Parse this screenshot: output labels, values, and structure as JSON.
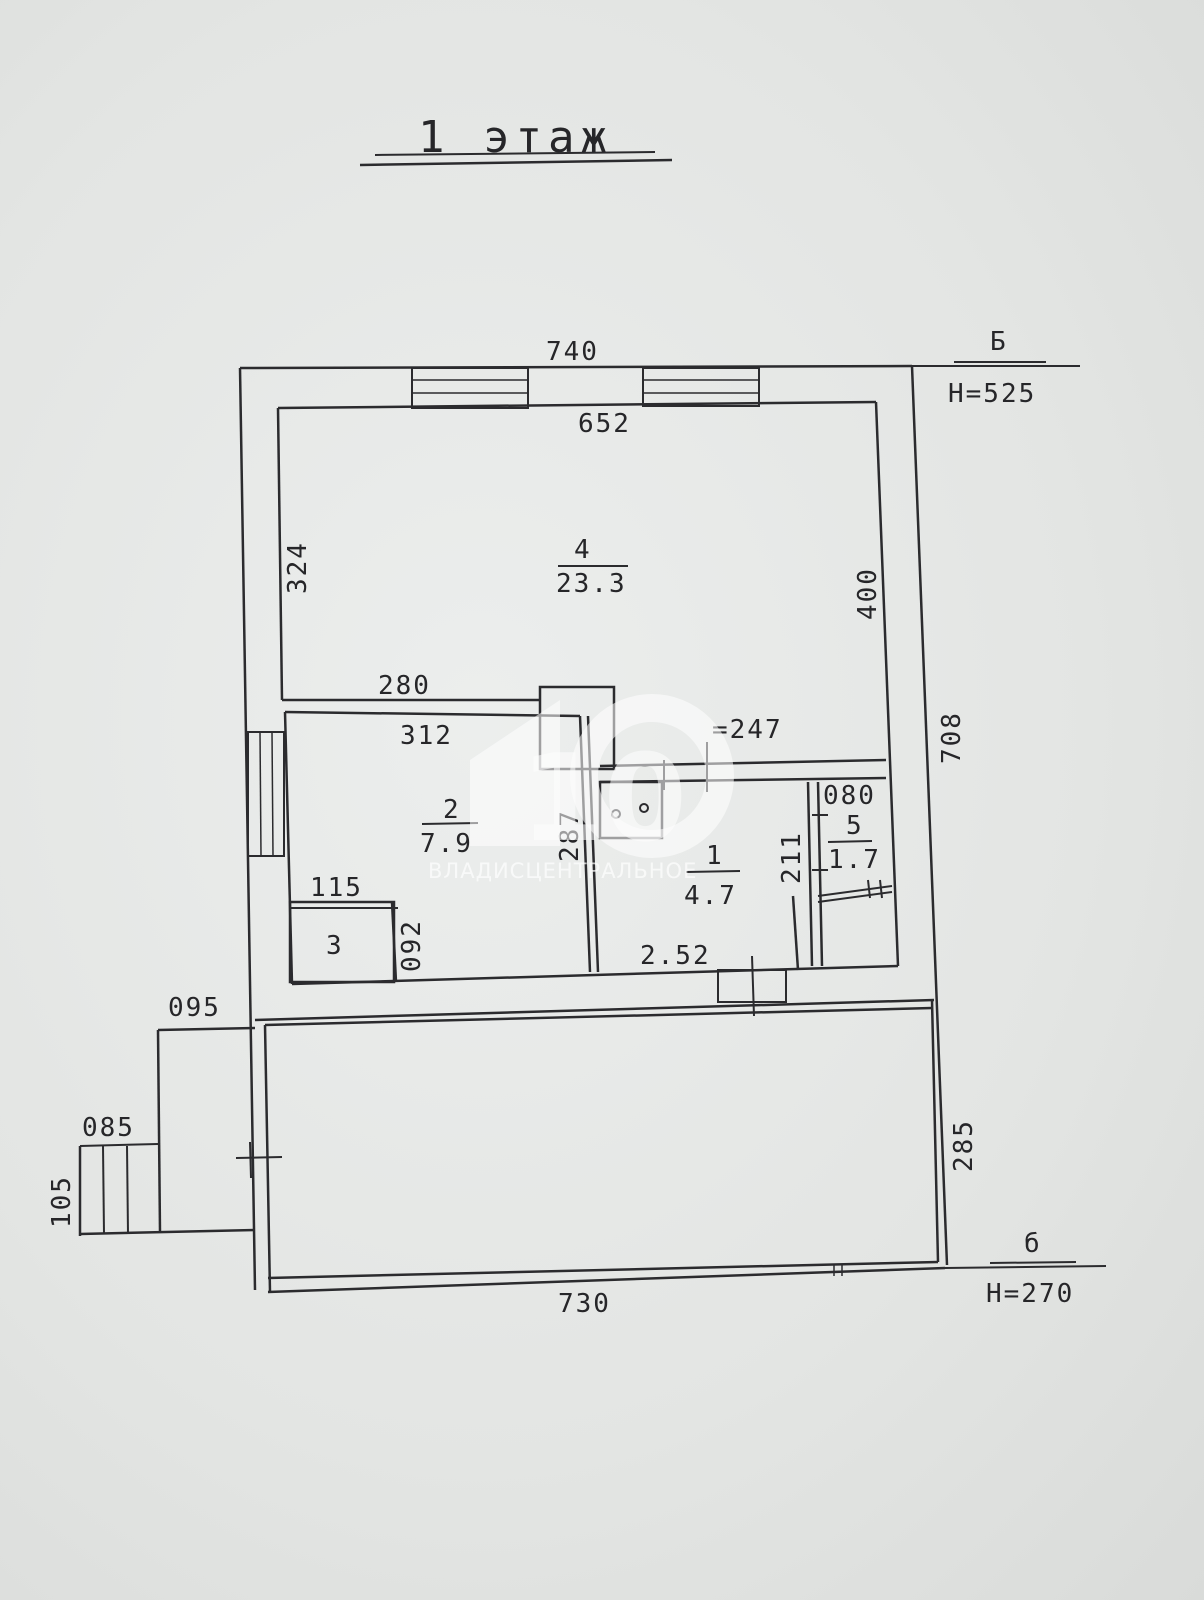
{
  "title": "1 этаж",
  "section_marks": {
    "upper": {
      "letter": "Б",
      "height": "Н=525"
    },
    "lower": {
      "letter": "б",
      "height": "Н=270"
    }
  },
  "rooms": [
    {
      "number": "4",
      "area": "23.3"
    },
    {
      "number": "2",
      "area": "7.9"
    },
    {
      "number": "3"
    },
    {
      "number": "1",
      "area": "4.7"
    },
    {
      "number": "5",
      "area": "1.7"
    }
  ],
  "dimensions": {
    "outer_top": "740",
    "inner_top": "652",
    "left_room4": "324",
    "right_room4": "400",
    "partition_280": "280",
    "room2_width": "312",
    "corridor_247": "=247",
    "room5_width": "080",
    "room2_height": "287",
    "room5_height": "211",
    "room3_width": "115",
    "room3_height": "092",
    "room1_width": "2.52",
    "outer_right": "708",
    "veranda_offset": "095",
    "porch_width": "085",
    "porch_height": "105",
    "veranda_height": "285",
    "outer_bottom": "730"
  },
  "watermark": {
    "number": "10",
    "text": "ВЛАДИСЦЕНТРАЛЬНОЕ"
  }
}
